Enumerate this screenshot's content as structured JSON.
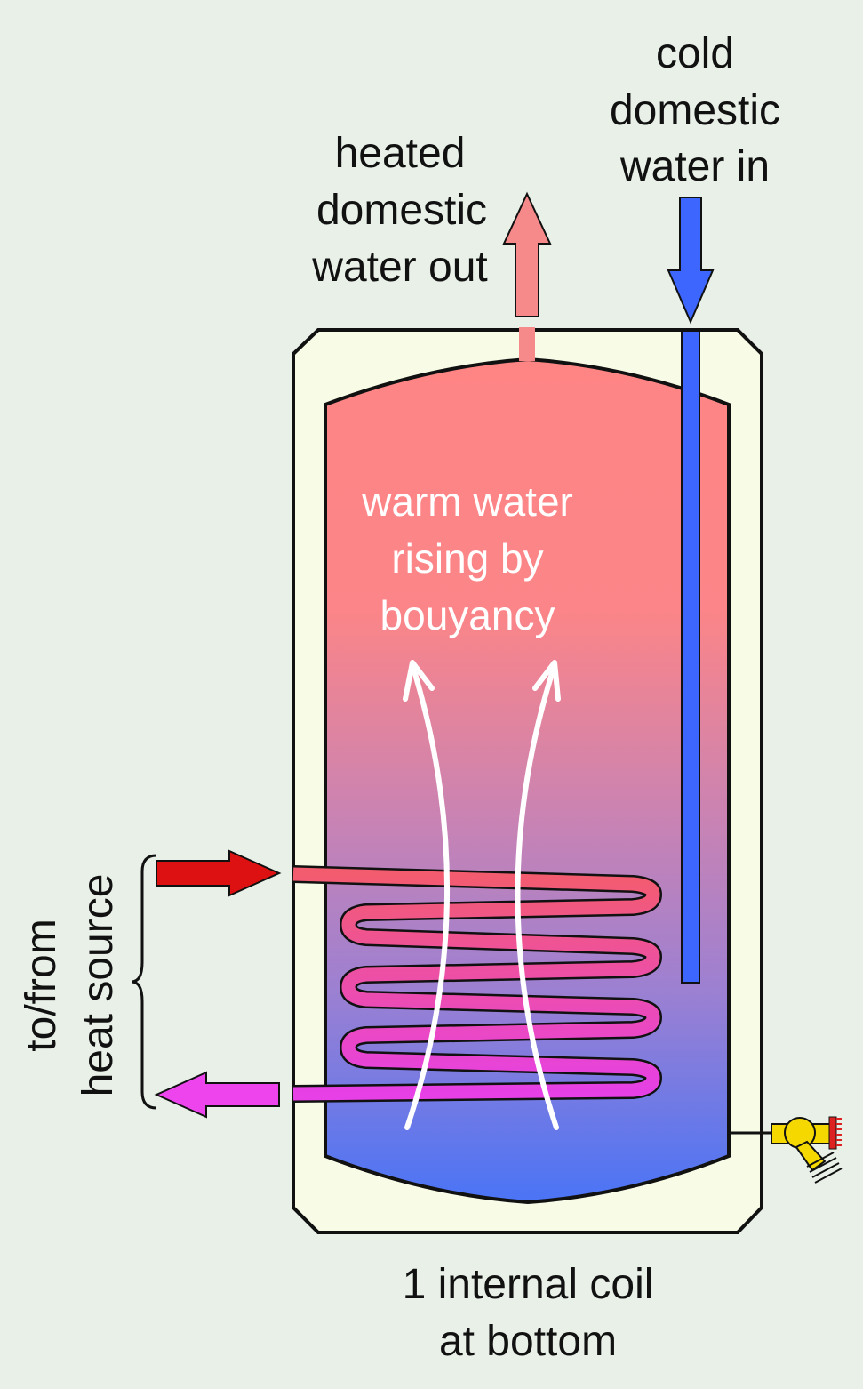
{
  "labels": {
    "hot_out": [
      "heated",
      "domestic",
      "water out"
    ],
    "cold_in": [
      "cold",
      "domestic",
      "water in"
    ],
    "rising": [
      "warm water",
      "rising by",
      "bouyancy"
    ],
    "heat_source": [
      "to/from",
      "heat source"
    ],
    "caption": [
      "1 internal coil",
      "at bottom"
    ]
  },
  "colors": {
    "background": "#e8f0e8",
    "insulation": "#f8fbe6",
    "water_hot": "#ff8585",
    "water_cold": "#4a74f6",
    "cold_pipe": "#3d66ff",
    "hot_out_pipe": "#f68a8a",
    "coil_in_arrow": "#dd1111",
    "coil_out_arrow": "#ee44ee",
    "drain_valve": "#f5d800"
  }
}
